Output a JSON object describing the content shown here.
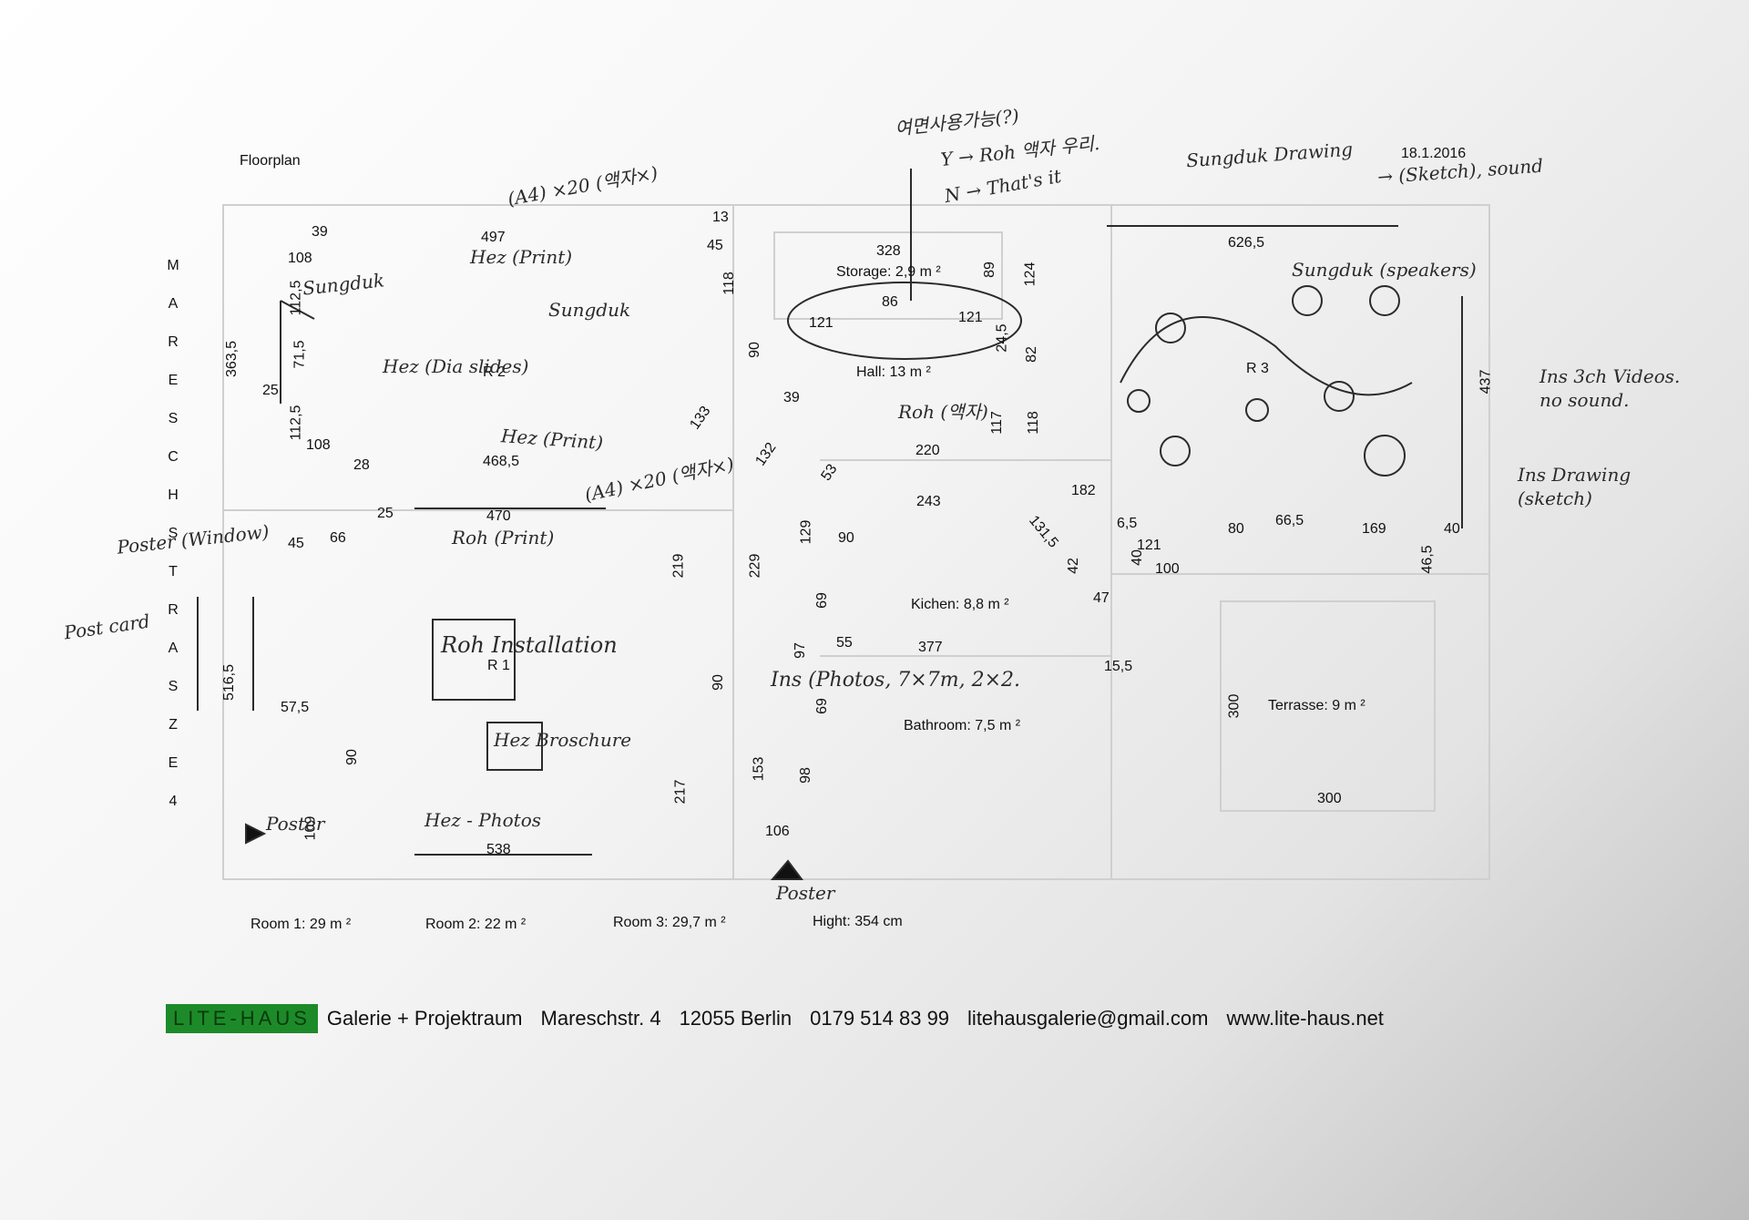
{
  "title": "Floorplan",
  "date": "18.1.2016",
  "street": [
    "M",
    "A",
    "R",
    "E",
    "S",
    "C",
    "H",
    "S",
    "T",
    "R",
    "A",
    "S",
    "Z",
    "E",
    "4"
  ],
  "street_side_dim": "363,5",
  "rooms": {
    "r1": "R 1",
    "r2": "R 2",
    "r3": "R 3",
    "storage": "Storage: 2,9 m ²",
    "hall": "Hall: 13 m ²",
    "kitchen": "Kichen: 8,8  m ²",
    "bathroom": "Bathroom: 7,5 m ²",
    "terrace": "Terrasse: 9 m ²"
  },
  "dims": [
    "39",
    "108",
    "497",
    "13",
    "45",
    "118",
    "328",
    "89",
    "124",
    "626,5",
    "112,5",
    "71,5",
    "25",
    "112,5",
    "108",
    "28",
    "468,5",
    "86",
    "121",
    "121",
    "90",
    "24,5",
    "82",
    "133",
    "39",
    "132",
    "53",
    "117",
    "118",
    "220",
    "243",
    "182",
    "131,5",
    "6,5",
    "66,5",
    "80",
    "169",
    "40",
    "437",
    "25",
    "470",
    "45",
    "66",
    "219",
    "229",
    "129",
    "90",
    "69",
    "97",
    "55",
    "377",
    "42",
    "40",
    "47",
    "121",
    "100",
    "46,5",
    "516,5",
    "57,5",
    "90",
    "90",
    "109",
    "153",
    "217",
    "98",
    "106",
    "538",
    "69",
    "15,5",
    "300",
    "300"
  ],
  "handwritten": [
    "여면사용가능(?)",
    "Y → Roh 액자 우리.",
    "N → That's it",
    "(A4) ×20 (액자×)",
    "Hez (Print)",
    "Sungduk",
    "Sungduk",
    "Hez (Dia slides)",
    "Hez (Print)",
    "(A4) ×20 (액자×)",
    "Roh (Print)",
    "Poster (Window)",
    "Post card",
    "Roh Installation",
    "Hez Broschure",
    "Hez - Photos",
    "Poster",
    "Poster",
    "Ins (Photos, 7×7m, 2×2.",
    "Roh (액자)",
    "Sungduk Drawing",
    "→ (Sketch), sound",
    "Sungduk (speakers)",
    "Ins 3ch Videos. no sound.",
    "Ins Drawing (sketch)"
  ],
  "summary": [
    "Room 1: 29 m ²",
    "Room 2: 22 m ²",
    "Room 3:  29,7 m ²",
    "Hight: 354 cm"
  ],
  "footer": {
    "logo": "LITE-HAUS",
    "items": [
      "Galerie + Projektraum",
      "Mareschstr. 4",
      "12055 Berlin",
      "0179 514 83 99",
      "litehausgalerie@gmail.com",
      "www.lite-haus.net"
    ]
  },
  "colors": {
    "logo_green": "#1d8a2a",
    "pencil": "#2b2b2b",
    "print": "#111111"
  }
}
